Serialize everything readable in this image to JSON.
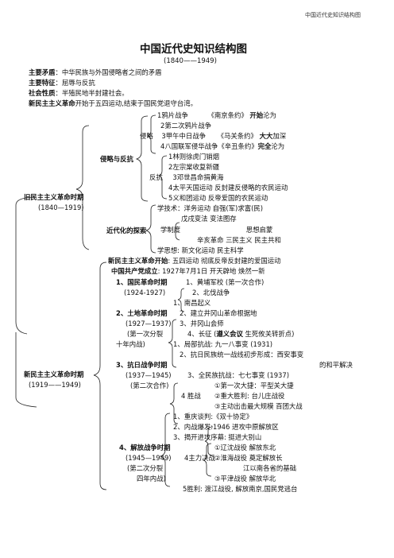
{
  "header": "中国近代史知识结构图",
  "title": "中国近代史知识结构图",
  "subtitle": "(1840——1949)",
  "intro": [
    {
      "label": "主要矛盾",
      "text": "：中华民族与外国侵略者之间的矛盾"
    },
    {
      "label": "主要特征",
      "text": "：屈辱与反抗"
    },
    {
      "label": "社会性质",
      "text": "：半殖民地半封建社会。"
    },
    {
      "label": "新民主主义革命",
      "text": "开始于五四运动,结束于国民党退守台湾。"
    }
  ],
  "old": {
    "title": "旧民主主义革命时期",
    "years": "(1840—1919)",
    "invasion_title": "侵略与反抗",
    "invasion": {
      "l1a": "1鸦片战争",
      "l1b": "《南京条约》",
      "l1c": "开始",
      "l1d": "沦为",
      "l2": "2第二次鸦片战争",
      "l3pre": "侵略",
      "l3a": "3甲午中日战争",
      "l3b": "《马关条约》",
      "l3c": "大大",
      "l3d": "加深",
      "l4a": "4八国联军侵华战争《辛丑条约》",
      "l4b": "完全",
      "l4c": "沦为"
    },
    "resist": {
      "l1": "1林则徐虎门销烟",
      "l2": "2左宗棠收复新疆",
      "l3pre": "反抗",
      "l3": "3邓世昌命捐黄海",
      "l4": "4太平天国运动  反封建反侵略的农民运动",
      "l5": "5义和团运动    反帝爱国的农民运动"
    },
    "modern_title": "近代化的探索",
    "modern": {
      "l1": "学技术：洋务运动        自强(军)求富(民)",
      "l2": "戊戌变法      变法图存",
      "l3a": "学制度",
      "l3b": "思想启蒙",
      "l4": "辛亥革命      三民主义  民主共和",
      "l5": "学思想:  新文化运动   民主科学"
    }
  },
  "new": {
    "title": "新民主主义革命时期",
    "years": "(1919——1949)",
    "start_label": "新民主主义革命开始",
    "start_text": ":    五四运动    彻底反帝反封建的爱国运动",
    "party_label": "中国共产党成立",
    "party_text": ": 1927年7月1日     开天辟地     焕然一新",
    "p1": {
      "title": "1、国民革命时期",
      "years": "(1924-1927)",
      "a": "1、黄埔军校    (第一次合作)",
      "b": "2、北伐战争"
    },
    "p2": {
      "title": "2、土地革命时期",
      "years": "(1927—1937)",
      "note1": "(第一次分裂",
      "note2": "十年内战)",
      "a": "1、南昌起义",
      "b": "2、建立井冈山革命根据地",
      "c": "3、井冈山会师",
      "d_pre": "4、长征  (",
      "d_bold": "遵义会议",
      "d_post": "  生死攸关转折点)"
    },
    "p3": {
      "title": "3、抗日战争时期",
      "years": "(1937—1945)",
      "note": "(第二次合作)",
      "a": "1、局部抗战:    九一八事变 (1931)",
      "b": "2、抗日民族统一战线初步形成：西安事变",
      "b2": "的和平解决",
      "c": "3、全民族抗战：七七事变      (1937)",
      "d1": "①第一次大捷：平型关大捷",
      "d_pre": "4  胜战",
      "d2": "②重大胜利:      台儿庄战役",
      "d3": "③主动出击最大规模   百团大战"
    },
    "p4": {
      "title": "4、解放战争时期",
      "years": "(1945—1949)",
      "note1": "(第二次分裂",
      "note2": "四年内战)",
      "a": "1、重庆谈判:《双十协定》",
      "b": "2、内战爆发:1946 进攻中原解放区",
      "c": "3、揭开进攻序幕:  挺进大别山",
      "d1": "①辽沈战役    解放东北",
      "d_pre": "4主力决战",
      "d2": "②淮海战役     奠定解放长",
      "d2b": "江以南各省的基础",
      "d3": "③平津战役    解放华北",
      "e": "5胜利: 渡江战役, 解放南京,国民党逃台"
    }
  }
}
